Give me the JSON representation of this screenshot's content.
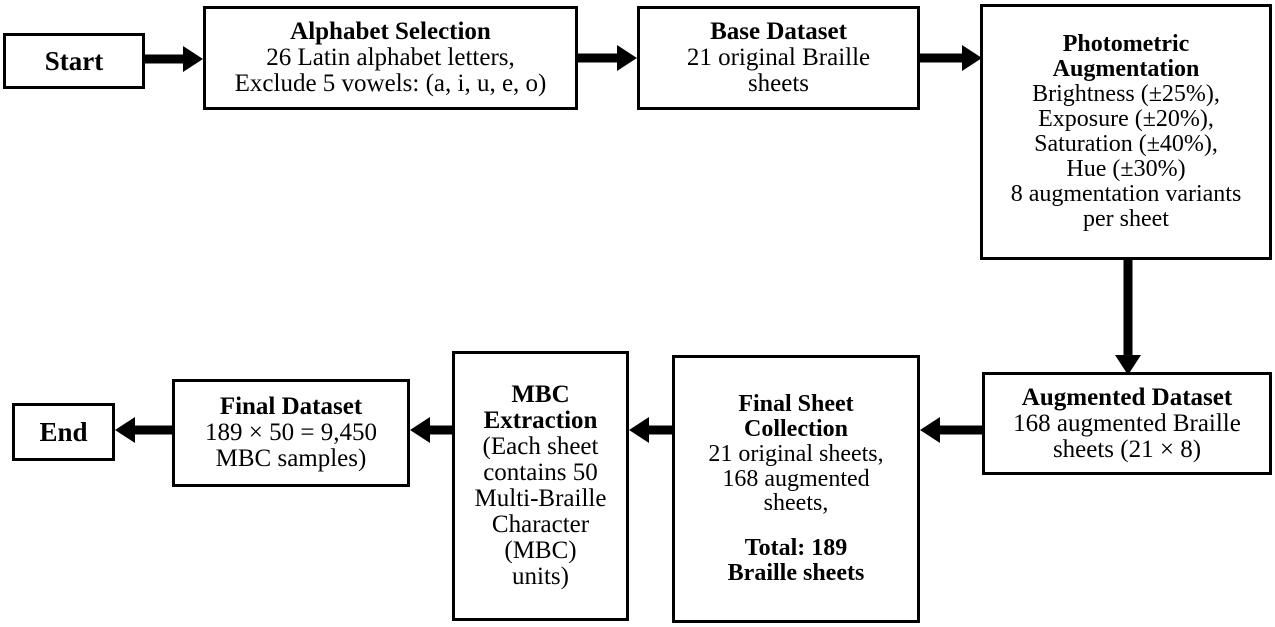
{
  "diagram": {
    "type": "flowchart",
    "title": "Braille Dataset Construction Pipeline",
    "orientation": "left-to-right then right-to-left serpentine",
    "stroke_color": "#000000",
    "background_color": "#ffffff"
  },
  "nodes": {
    "start": {
      "label": "Start"
    },
    "alphabet_selection": {
      "title": "Alphabet Selection",
      "line1": "26 Latin alphabet letters,",
      "line2": "Exclude 5 vowels: (a, i, u, e, o)"
    },
    "base_dataset": {
      "title": "Base Dataset",
      "line1": "21 original Braille",
      "line2": "sheets"
    },
    "photometric_augmentation": {
      "title_line1": "Photometric",
      "title_line2": "Augmentation",
      "line1": "Brightness (±25%),",
      "line2": "Exposure (±20%),",
      "line3": "Saturation (±40%),",
      "line4": "Hue (±30%)",
      "line5": "8 augmentation variants",
      "line6": "per sheet"
    },
    "augmented_dataset": {
      "title": "Augmented Dataset",
      "line1": "168 augmented Braille",
      "line2": "sheets (21 × 8)"
    },
    "final_sheet_collection": {
      "title_line1": "Final Sheet",
      "title_line2": "Collection",
      "line1": "21 original sheets,",
      "line2": "168 augmented",
      "line3": "sheets,",
      "line4": "Total: 189",
      "line5": "Braille sheets"
    },
    "mbc_extraction": {
      "title_line1": "MBC",
      "title_line2": "Extraction",
      "line1": "(Each sheet",
      "line2": "contains 50",
      "line3": "Multi-Braille",
      "line4": "Character",
      "line5": "(MBC)",
      "line6": "units)"
    },
    "final_dataset": {
      "title": "Final Dataset",
      "line1": "189 × 50 = 9,450",
      "line2": "MBC samples)"
    },
    "end": {
      "label": "End"
    }
  },
  "edges": [
    {
      "name": "start-to-alphabet",
      "direction": "right"
    },
    {
      "name": "alphabet-to-base",
      "direction": "right"
    },
    {
      "name": "base-to-photometric",
      "direction": "right"
    },
    {
      "name": "photometric-to-augmented",
      "direction": "down"
    },
    {
      "name": "augmented-to-final-sheet",
      "direction": "left"
    },
    {
      "name": "final-sheet-to-mbc",
      "direction": "left"
    },
    {
      "name": "mbc-to-final-dataset",
      "direction": "left"
    },
    {
      "name": "final-dataset-to-end",
      "direction": "left"
    }
  ]
}
